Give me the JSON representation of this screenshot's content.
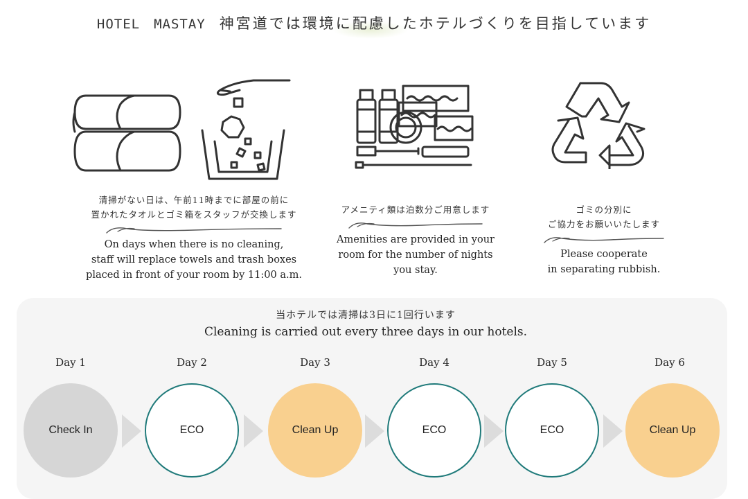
{
  "header": {
    "brand": "HOTEL　MASTAY",
    "tagline": "神宮道では環境に配慮したホテルづくりを目指しています"
  },
  "features": [
    {
      "jp_line1": "清掃がない日は、午前11時までに部屋の前に",
      "jp_line2": "置かれたタオルとゴミ箱をスタッフが交換します",
      "en_line1": "On days when there is no cleaning,",
      "en_line2": "staff will replace towels and trash boxes",
      "en_line3": "placed in front of your room by 11:00 a.m."
    },
    {
      "jp_line1": "アメニティ類は泊数分ご用意します",
      "en_line1": "Amenities are provided in your",
      "en_line2": "room for the number of nights",
      "en_line3": "you stay."
    },
    {
      "jp_line1": "ゴミの分別に",
      "jp_line2": "ご協力をお願いいたします",
      "en_line1": "Please cooperate",
      "en_line2": "in separating rubbish."
    }
  ],
  "schedule": {
    "jp": "当ホテルでは清掃は3日に1回行います",
    "en": "Cleaning is carried out every three days in our hotels.",
    "days": [
      {
        "label": "Day 1",
        "status": "Check In",
        "kind": "checkin"
      },
      {
        "label": "Day 2",
        "status": "ECO",
        "kind": "eco"
      },
      {
        "label": "Day 3",
        "status": "Clean Up",
        "kind": "clean"
      },
      {
        "label": "Day 4",
        "status": "ECO",
        "kind": "eco"
      },
      {
        "label": "Day 5",
        "status": "ECO",
        "kind": "eco"
      },
      {
        "label": "Day 6",
        "status": "Clean Up",
        "kind": "clean"
      }
    ]
  },
  "colors": {
    "checkin_fill": "#d6d6d6",
    "eco_ring": "#1f7a7a",
    "clean_fill": "#f9d08f",
    "arrow": "#dcdcdc",
    "panel": "#f5f5f5"
  },
  "icons": {
    "towels": "folded-towels-icon",
    "trash": "trash-box-icon",
    "amenities": "amenities-icon",
    "recycle": "recycle-icon"
  }
}
